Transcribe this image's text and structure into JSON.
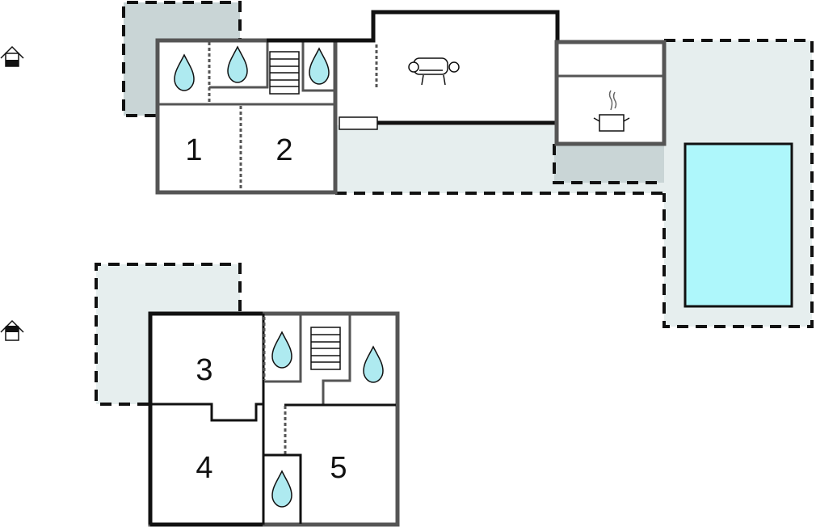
{
  "floor_plan": {
    "ground_floor": {
      "icon": "house-ground-floor-icon",
      "rooms": [
        {
          "label": "1"
        },
        {
          "label": "2"
        }
      ],
      "features": [
        "bathroom-icon",
        "bathroom-icon",
        "stairs-icon",
        "bathroom-icon",
        "sofa-icon",
        "cooking-pot-icon",
        "pool"
      ]
    },
    "upper_floor": {
      "icon": "house-upper-floor-icon",
      "rooms": [
        {
          "label": "3"
        },
        {
          "label": "4"
        },
        {
          "label": "5"
        }
      ],
      "features": [
        "bathroom-icon",
        "stairs-icon",
        "bathroom-icon",
        "bathroom-icon"
      ]
    },
    "colors": {
      "terrace_light": "#e6eeee",
      "terrace_dark": "#c9d5d6",
      "pool": "#aef7fb",
      "water_drop": "#aeeaf0"
    }
  }
}
